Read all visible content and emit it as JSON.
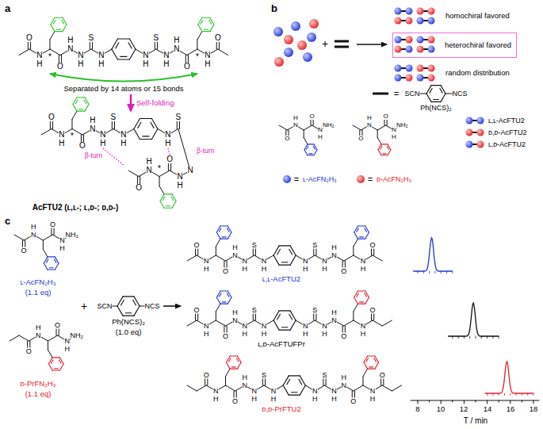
{
  "diagram": {
    "nodes": [
      {
        "text": [
          "heterochiral favored"
        ]
      }
    ],
    "labels": [
      "a",
      "Separated by 14 atoms or 15 bonds",
      "Self-folding",
      "β-turn",
      "β-turn",
      "AcFTU2 (ʟ,ʟ-; ʟ,ᴅ-; ᴅ,ᴅ-)",
      "b",
      "+",
      "=",
      "Ph(NCS)₂",
      "ʟ,ʟ-AcFTU2",
      "ᴅ,ᴅ-AcFTU2",
      "ʟ,ᴅ-AcFTU2",
      "=",
      "ʟ-AcFN₂H₃",
      "=",
      "ᴅ-AcFN₂H₃",
      "homochiral favored",
      "random distribution",
      "c",
      "ʟ-AcFN₂H₃",
      "(1.1 eq)",
      "+",
      "Ph(NCS)₂",
      "(1.0 eq)",
      "ᴅ-PrFN₂H₃",
      "(1.1 eq)",
      "ʟ,ʟ-AcFTU2",
      "ʟ,ᴅ-AcFTUFPr",
      "ᴅ,ᴅ-PrFTU2",
      "8",
      "10",
      "12",
      "14",
      "16",
      "18",
      "T / min",
      "O",
      "N",
      "H",
      "*",
      "O",
      "N",
      "H",
      "N",
      "H",
      "S",
      "N",
      "H",
      "N",
      "H",
      "S",
      "N",
      "H",
      "N",
      "H",
      "O",
      "*",
      "N",
      "H",
      "O",
      "O",
      "N",
      "H",
      "*",
      "O",
      "N",
      "H",
      "N",
      "H",
      "S",
      "N",
      "H",
      "N",
      "H",
      "S",
      "N",
      "N",
      "H",
      "O",
      "*",
      "N",
      "H",
      "O",
      "SCN",
      "NCS",
      "O",
      "N",
      "H",
      "O",
      "N",
      "H",
      "NH₂",
      "O",
      "N",
      "H",
      "O",
      "N",
      "H",
      "NH₂",
      "O",
      "N",
      "H",
      "O",
      "N",
      "H",
      "NH₂",
      "SCN",
      "NCS",
      "O",
      "N",
      "H",
      "O",
      "N",
      "H",
      "NH₂",
      "O",
      "N",
      "H",
      "O",
      "N",
      "H",
      "N",
      "H",
      "S",
      "N",
      "H",
      "N",
      "H",
      "S",
      "N",
      "H",
      "N",
      "H",
      "O",
      "N",
      "H",
      "O",
      "O",
      "N",
      "H",
      "O",
      "N",
      "H",
      "N",
      "H",
      "S",
      "N",
      "H",
      "N",
      "H",
      "S",
      "N",
      "H",
      "N",
      "H",
      "O",
      "N",
      "H",
      "O",
      "O",
      "N",
      "H",
      "O",
      "N",
      "H",
      "N",
      "H",
      "S",
      "N",
      "H",
      "N",
      "H",
      "S",
      "N",
      "H",
      "N",
      "H",
      "O",
      "N",
      "H",
      "O"
    ]
  }
}
